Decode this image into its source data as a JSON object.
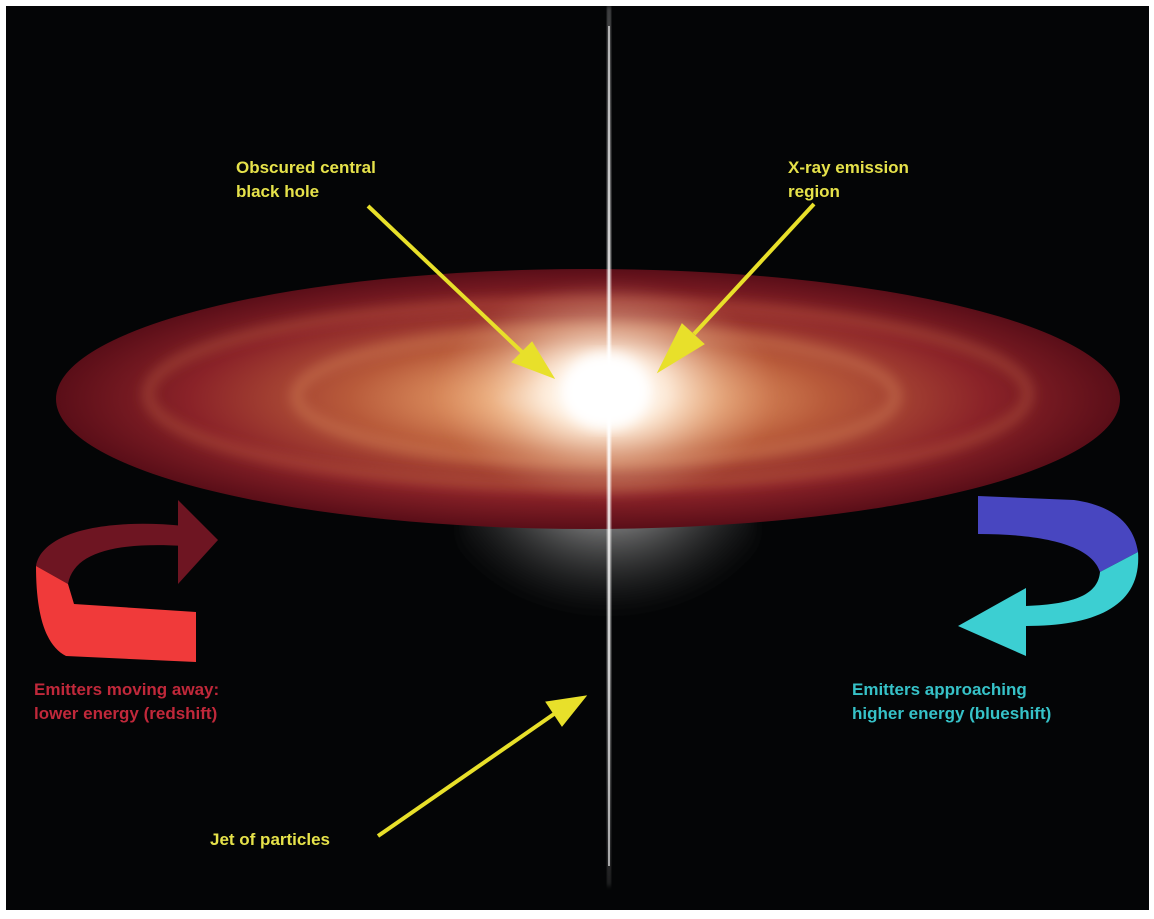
{
  "labels": {
    "black_hole": [
      "Obscured central",
      "black hole"
    ],
    "xray": [
      "X-ray emission",
      "region"
    ],
    "redshift": [
      "Emitters moving away:",
      "lower energy (redshift)"
    ],
    "blueshift": [
      "Emitters approaching",
      "higher energy (blueshift)"
    ],
    "jet": "Jet of particles"
  },
  "colors": {
    "background": "#040506",
    "label_yellow": "#e6e24a",
    "redshift": "#c0283a",
    "blueshift": "#36c2c8",
    "disk_outer": "#7a1420",
    "disk_inner": "#c8643c",
    "arrow_yellow": "#e8e02a",
    "red_arrow_back": "#6e1522",
    "red_arrow_front": "#f03a3a",
    "blue_arrow_back": "#4846c0",
    "blue_arrow_front": "#3ccfd2"
  },
  "icons": [
    "redshift-rotation-arrow-icon",
    "blueshift-rotation-arrow-icon"
  ]
}
